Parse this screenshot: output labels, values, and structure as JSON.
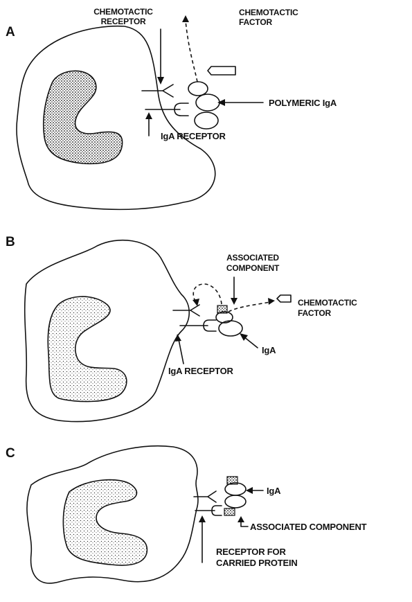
{
  "panels": [
    {
      "letter": "A",
      "labels": {
        "chemotactic_receptor_1": "CHEMOTACTIC",
        "chemotactic_receptor_2": "RECEPTOR",
        "chemotactic_factor_1": "CHEMOTACTIC",
        "chemotactic_factor_2": "FACTOR",
        "polymeric_iga": "POLYMERIC IgA",
        "iga_receptor": "IgA  RECEPTOR"
      }
    },
    {
      "letter": "B",
      "labels": {
        "associated_component_1": "ASSOCIATED",
        "associated_component_2": "COMPONENT",
        "chemotactic_factor_1": "CHEMOTACTIC",
        "chemotactic_factor_2": "FACTOR",
        "iga": "IgA",
        "iga_receptor": "IgA  RECEPTOR"
      }
    },
    {
      "letter": "C",
      "labels": {
        "iga": "IgA",
        "associated_component": "ASSOCIATED COMPONENT",
        "receptor_for_1": "RECEPTOR FOR",
        "receptor_for_2": "CARRIED PROTEIN"
      }
    }
  ]
}
